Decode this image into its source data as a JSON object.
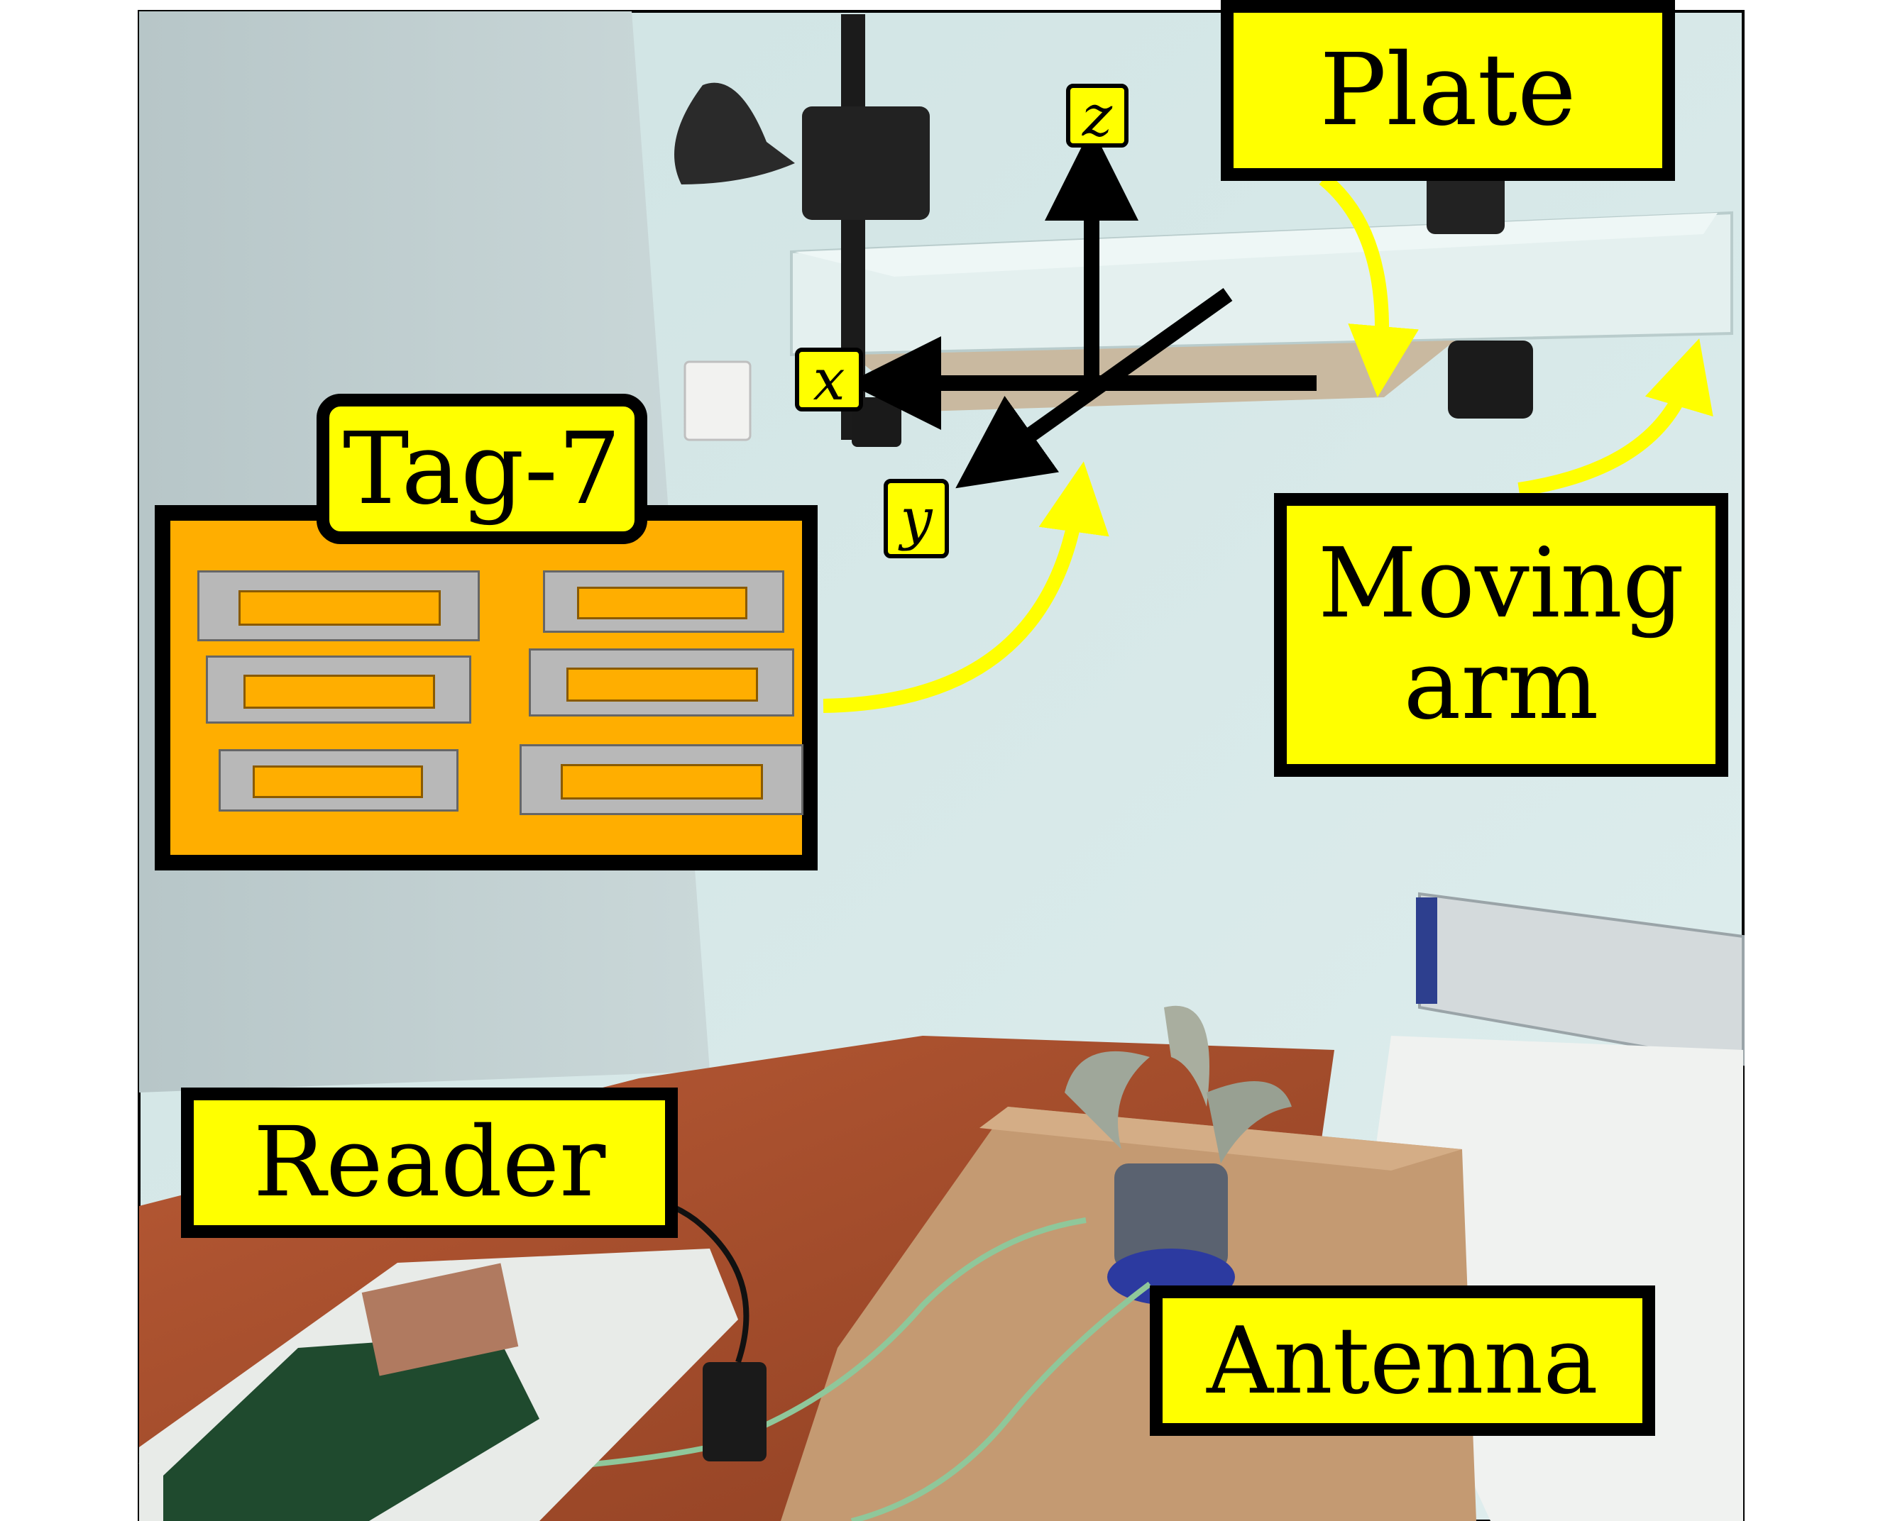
{
  "labels": {
    "plate": "Plate",
    "tag": "Tag-7",
    "moving_arm_line1": "Moving",
    "moving_arm_line2": "arm",
    "reader": "Reader",
    "antenna": "Antenna"
  },
  "axes": {
    "x": "x",
    "y": "y",
    "z": "z"
  },
  "colors": {
    "label_fill": "#ffff00",
    "label_border": "#000000",
    "tag_fill": "#ffae00",
    "tag_cell": "#b8b8b8",
    "arrow": "#ffff00"
  }
}
